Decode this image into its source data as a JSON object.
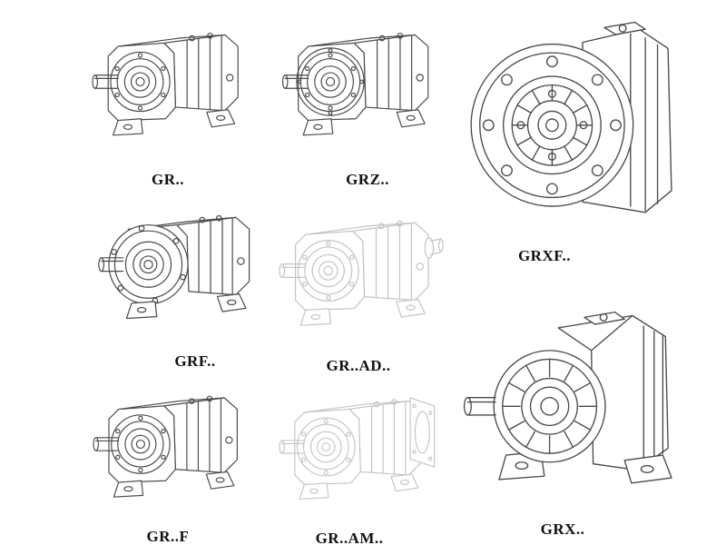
{
  "page": {
    "background": "#ffffff"
  },
  "colors": {
    "line_dark": "#4a4a4a",
    "line_light": "#c4c4c4",
    "label": "#111111"
  },
  "items": [
    {
      "id": "gr",
      "label": "GR.."
    },
    {
      "id": "grz",
      "label": "GRZ.."
    },
    {
      "id": "grxf",
      "label": "GRXF.."
    },
    {
      "id": "grf",
      "label": "GRF.."
    },
    {
      "id": "grad",
      "label": "GR..AD.."
    },
    {
      "id": "grf2",
      "label": "GR..F"
    },
    {
      "id": "gram",
      "label": "GR..AM.."
    },
    {
      "id": "grx",
      "label": "GRX.."
    }
  ]
}
